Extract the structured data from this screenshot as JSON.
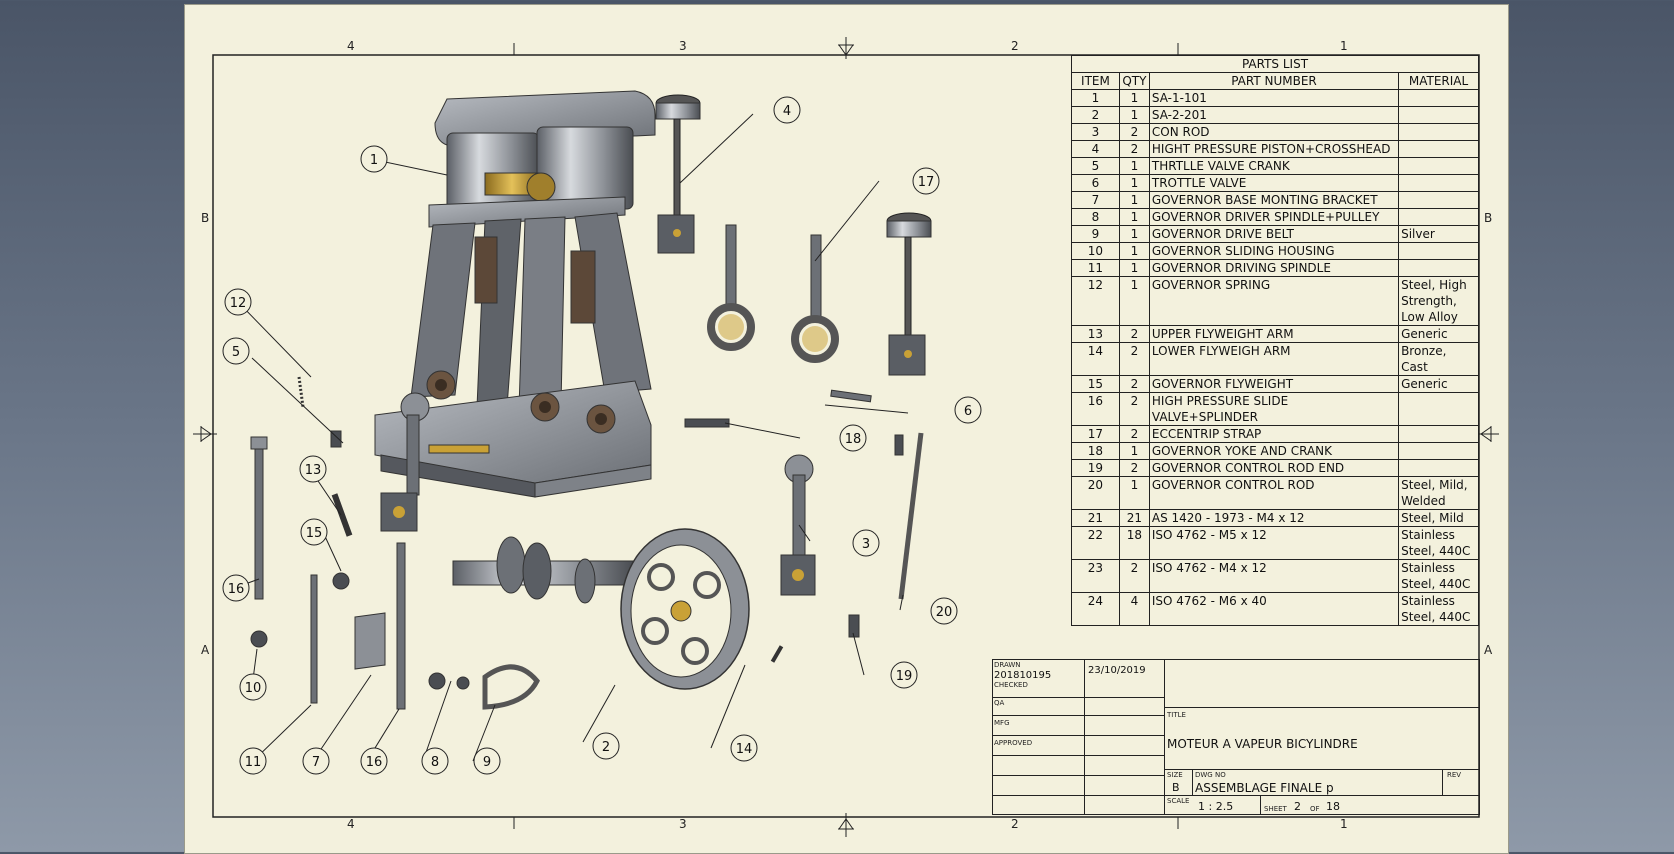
{
  "drawing": {
    "zones_top": [
      "4",
      "3",
      "2",
      "1"
    ],
    "zones_bottom": [
      "4",
      "3",
      "2",
      "1"
    ],
    "zones_left": [
      "B",
      "A"
    ],
    "zones_right": [
      "B",
      "A"
    ]
  },
  "parts_list": {
    "title": "PARTS LIST",
    "headers": [
      "ITEM",
      "QTY",
      "PART NUMBER",
      "MATERIAL"
    ],
    "rows": [
      {
        "item": "1",
        "qty": "1",
        "part": "SA-1-101",
        "material": ""
      },
      {
        "item": "2",
        "qty": "1",
        "part": "SA-2-201",
        "material": ""
      },
      {
        "item": "3",
        "qty": "2",
        "part": "CON ROD",
        "material": ""
      },
      {
        "item": "4",
        "qty": "2",
        "part": "HIGHT PRESSURE PISTON+CROSSHEAD",
        "material": ""
      },
      {
        "item": "5",
        "qty": "1",
        "part": "THRTLLE VALVE CRANK",
        "material": ""
      },
      {
        "item": "6",
        "qty": "1",
        "part": "TROTTLE VALVE",
        "material": ""
      },
      {
        "item": "7",
        "qty": "1",
        "part": "GOVERNOR BASE MONTING BRACKET",
        "material": ""
      },
      {
        "item": "8",
        "qty": "1",
        "part": "GOVERNOR DRIVER SPINDLE+PULLEY",
        "material": ""
      },
      {
        "item": "9",
        "qty": "1",
        "part": "GOVERNOR DRIVE BELT",
        "material": "Silver"
      },
      {
        "item": "10",
        "qty": "1",
        "part": "GOVERNOR SLIDING HOUSING",
        "material": ""
      },
      {
        "item": "11",
        "qty": "1",
        "part": "GOVERNOR DRIVING SPINDLE",
        "material": ""
      },
      {
        "item": "12",
        "qty": "1",
        "part": "GOVERNOR SPRING",
        "material": "Steel, High Strength, Low Alloy"
      },
      {
        "item": "13",
        "qty": "2",
        "part": "UPPER FLYWEIGHT ARM",
        "material": "Generic"
      },
      {
        "item": "14",
        "qty": "2",
        "part": "LOWER FLYWEIGH ARM",
        "material": "Bronze, Cast"
      },
      {
        "item": "15",
        "qty": "2",
        "part": "GOVERNOR FLYWEIGHT",
        "material": "Generic"
      },
      {
        "item": "16",
        "qty": "2",
        "part": "HIGH PRESSURE SLIDE VALVE+SPLINDER",
        "material": ""
      },
      {
        "item": "17",
        "qty": "2",
        "part": "ECCENTRIP STRAP",
        "material": ""
      },
      {
        "item": "18",
        "qty": "1",
        "part": "GOVERNOR YOKE AND CRANK",
        "material": ""
      },
      {
        "item": "19",
        "qty": "2",
        "part": "GOVERNOR CONTROL ROD END",
        "material": ""
      },
      {
        "item": "20",
        "qty": "1",
        "part": "GOVERNOR CONTROL ROD",
        "material": "Steel, Mild, Welded"
      },
      {
        "item": "21",
        "qty": "21",
        "part": "AS 1420 - 1973 - M4 x 12",
        "material": "Steel, Mild"
      },
      {
        "item": "22",
        "qty": "18",
        "part": "ISO 4762 - M5 x 12",
        "material": "Stainless Steel, 440C"
      },
      {
        "item": "23",
        "qty": "2",
        "part": "ISO 4762 - M4 x 12",
        "material": "Stainless Steel, 440C"
      },
      {
        "item": "24",
        "qty": "4",
        "part": "ISO 4762 - M6 x 40",
        "material": "Stainless Steel, 440C"
      }
    ]
  },
  "title_block": {
    "drawn_label": "DRAWN",
    "drawn_value": "201810195",
    "date": "23/10/2019",
    "checked_label": "CHECKED",
    "qa_label": "QA",
    "mfg_label": "MFG",
    "approved_label": "APPROVED",
    "title_label": "TITLE",
    "title_value": "MOTEUR A VAPEUR BICYLINDRE",
    "size_label": "SIZE",
    "size_value": "B",
    "dwg_no_label": "DWG NO",
    "dwg_no_value": "ASSEMBLAGE FINALE p",
    "rev_label": "REV",
    "scale_label": "SCALE",
    "scale_value": "1 : 2.5",
    "sheet_label": "SHEET",
    "sheet_value": "2",
    "of_label": "OF",
    "sheet_total": "18"
  },
  "balloons": [
    "1",
    "2",
    "3",
    "4",
    "5",
    "6",
    "7",
    "8",
    "9",
    "10",
    "11",
    "12",
    "13",
    "14",
    "15",
    "16",
    "16",
    "17",
    "18",
    "19",
    "20"
  ],
  "colors": {
    "paper": "#f3f1dd",
    "metal": "#8c9096",
    "dark_metal": "#4a4d52",
    "brass": "#c9a136",
    "bronze": "#6b5440"
  }
}
